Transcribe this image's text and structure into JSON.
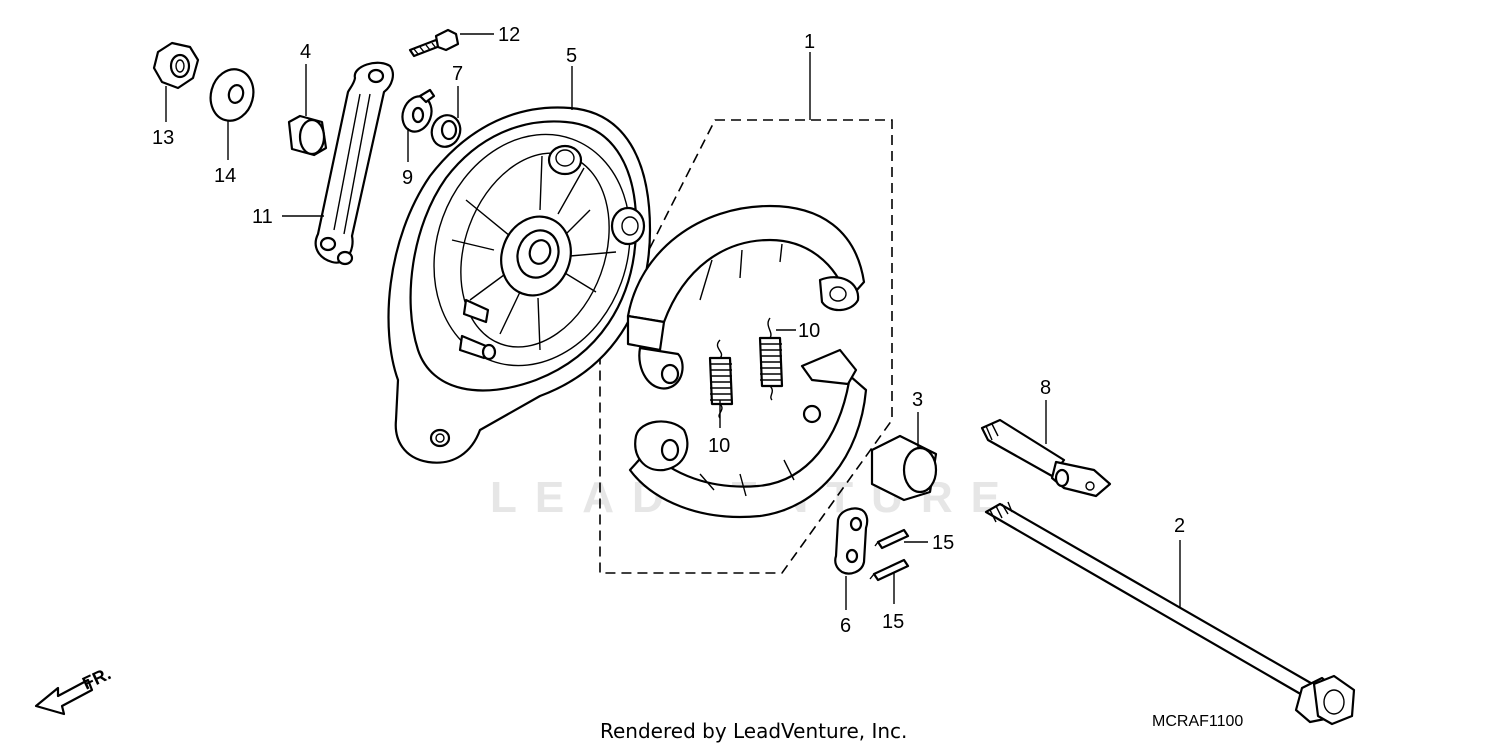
{
  "watermark": "LEADVENTURE",
  "direction_label": "FR.",
  "footer": {
    "rendered_by": "Rendered by LeadVenture, Inc.",
    "diagram_code": "MCRAF1100"
  },
  "callouts": {
    "p1": "1",
    "p2": "2",
    "p3": "3",
    "p4": "4",
    "p5": "5",
    "p6": "6",
    "p7": "7",
    "p8": "8",
    "p9": "9",
    "p10a": "10",
    "p10b": "10",
    "p11": "11",
    "p12": "12",
    "p13": "13",
    "p14": "14",
    "p15a": "15",
    "p15b": "15"
  }
}
